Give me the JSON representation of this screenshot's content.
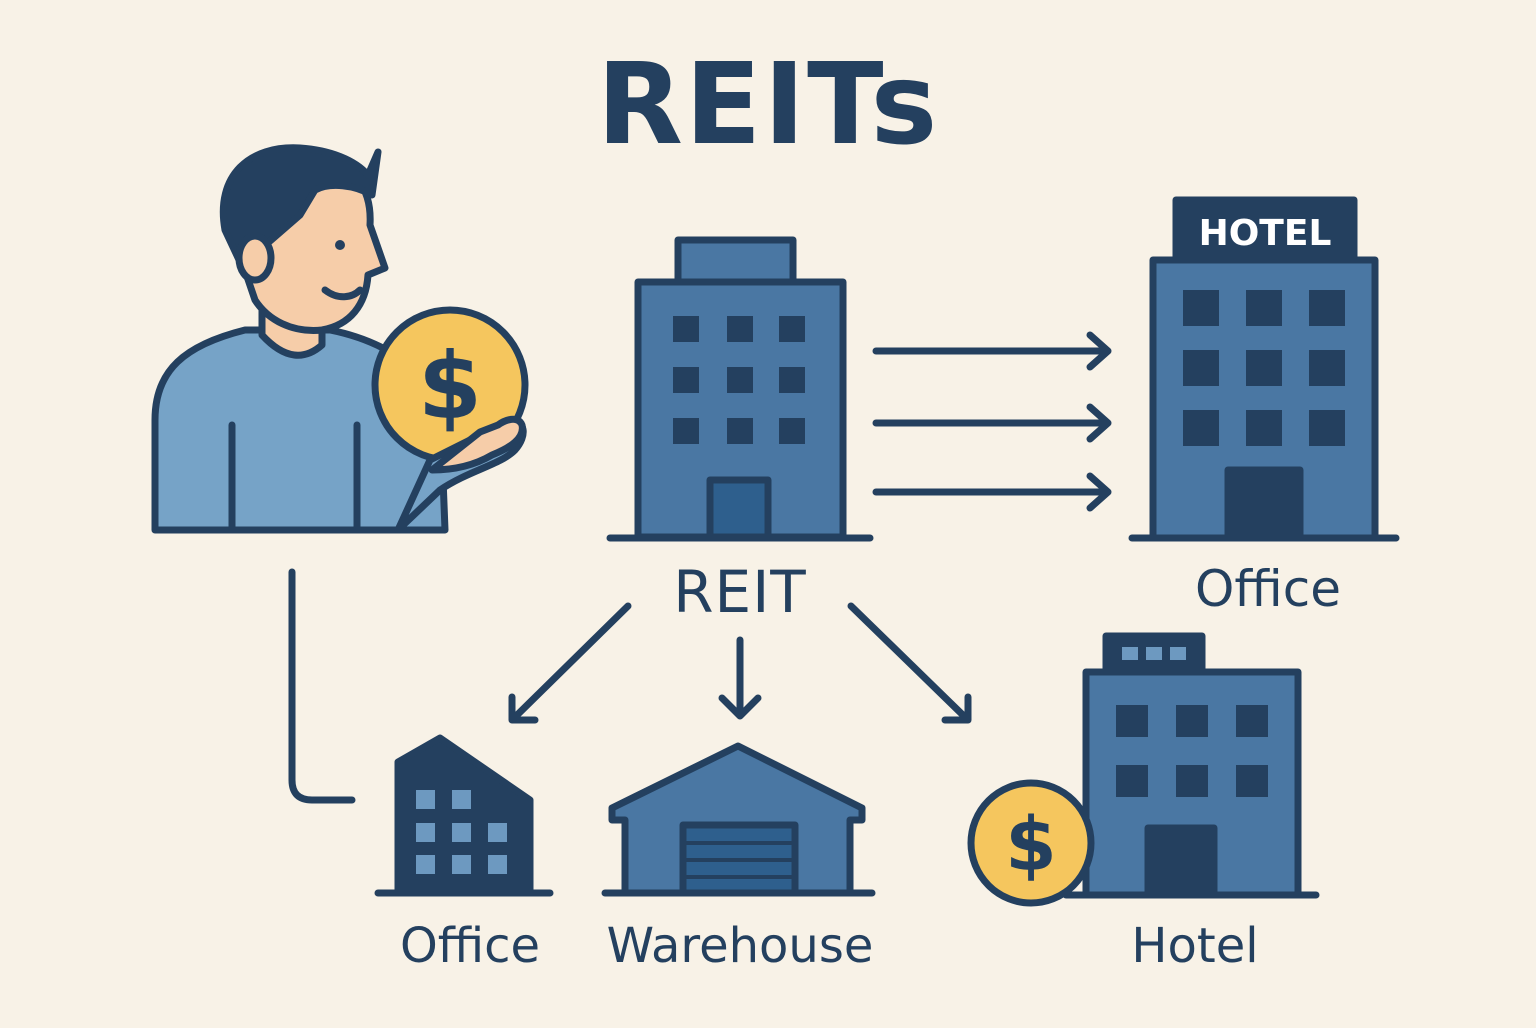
{
  "title": "REITs",
  "reit_label": "REIT",
  "hotel_sign": "HOTEL",
  "labels": {
    "top_right_building": "Office",
    "office": "Office",
    "warehouse": "Warehouse",
    "hotel": "Hotel"
  },
  "coin_symbol": "$",
  "colors": {
    "background": "#f8f2e7",
    "outline": "#24405f",
    "building_blue": "#4a77a3",
    "shirt_blue": "#76a3c7",
    "skin": "#f6cda9",
    "coin_gold": "#f5c65e",
    "window_dark": "#24405f"
  }
}
